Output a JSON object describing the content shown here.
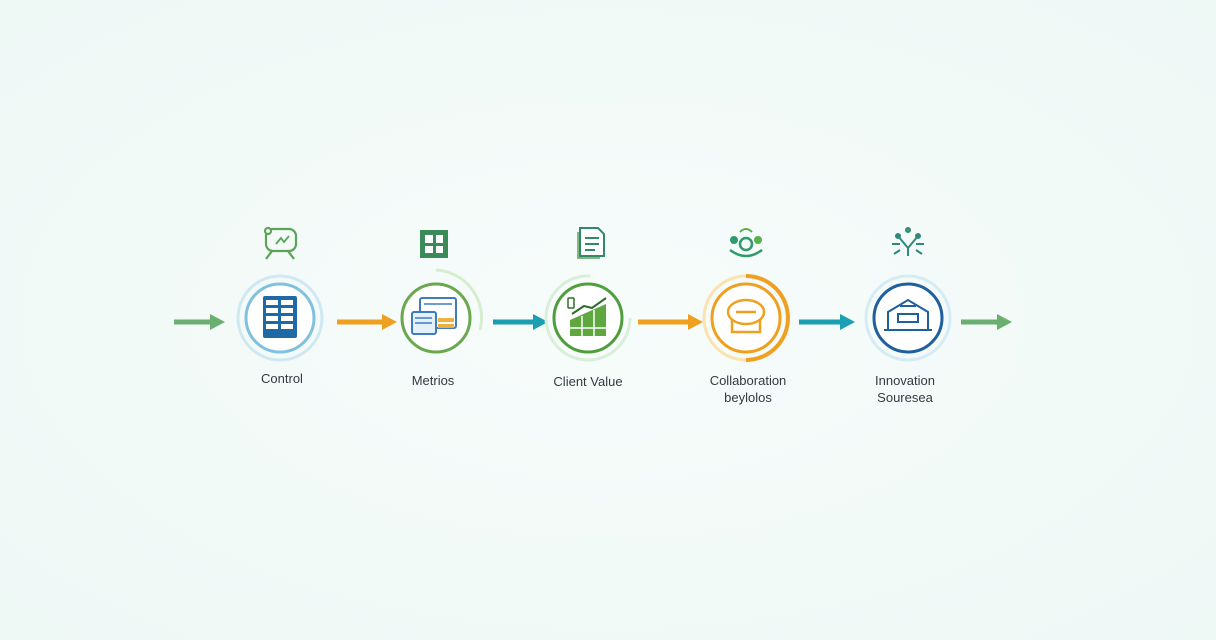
{
  "diagram": {
    "steps": [
      {
        "lines": [
          "Control"
        ],
        "color": "#1f6aa5",
        "ring": "#7fc2df",
        "top_icon": "chat-bubble-icon",
        "main_icon": "spreadsheet-icon"
      },
      {
        "lines": [
          "Metrios"
        ],
        "color": "#6aa84f",
        "ring": "#b7dba0",
        "top_icon": "grid-board-icon",
        "main_icon": "documents-icon"
      },
      {
        "lines": [
          "Client Value"
        ],
        "color": "#4f9e3c",
        "ring": "#a8d89a",
        "top_icon": "document-icon",
        "main_icon": "growth-chart-icon"
      },
      {
        "lines": [
          "Collaboration",
          "beylolos"
        ],
        "color": "#f0a020",
        "ring": "#f5c45e",
        "top_icon": "people-network-icon",
        "main_icon": "speech-bubble-icon"
      },
      {
        "lines": [
          "Innovation",
          "Souresea"
        ],
        "color": "#1f5f9e",
        "ring": "#9fcde6",
        "top_icon": "idea-network-icon",
        "main_icon": "building-icon"
      }
    ],
    "arrows": [
      {
        "color": "#6aaf6f"
      },
      {
        "color": "#f0a020"
      },
      {
        "color": "#1a9fb2"
      },
      {
        "color": "#f0a020"
      },
      {
        "color": "#1a9fb2"
      },
      {
        "color": "#6aaf6f"
      }
    ]
  }
}
